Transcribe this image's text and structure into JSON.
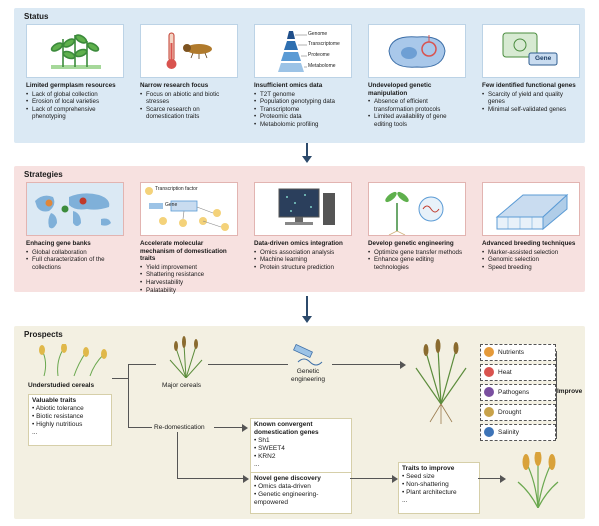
{
  "status": {
    "title": "Status",
    "cards": [
      {
        "title": "Limited germplasm resources",
        "items": [
          "Lack of global collection",
          "Erosion of local varieties",
          "Lack of comprehensive phenotyping"
        ]
      },
      {
        "title": "Narrow research focus",
        "items": [
          "Focus on abiotic and biotic stresses",
          "Scarce research on domestication traits"
        ]
      },
      {
        "title": "Insufficient omics data",
        "items": [
          "T2T genome",
          "Population genotyping data",
          "Transcriptome",
          "Proteomic data",
          "Metabolomic profiling"
        ],
        "pyramid": [
          "Genome",
          "Transcriptome",
          "Proteome",
          "Metabolome"
        ]
      },
      {
        "title": "Undeveloped genetic manipulation",
        "items": [
          "Absence of efficient transformation protocols",
          "Limited availability of gene editing tools"
        ]
      },
      {
        "title": "Few identified functional genes",
        "items": [
          "Scarcity of yield and quality genes",
          "Minimal self-validated genes"
        ],
        "icon_label": "Gene"
      }
    ]
  },
  "strategies": {
    "title": "Strategies",
    "cards": [
      {
        "title": "Enhacing gene banks",
        "items": [
          "Global collaboration",
          "Full characterization of the collections"
        ]
      },
      {
        "title": "Accelerate molecular mechanism of domestication traits",
        "items": [
          "Yield improvement",
          "Shattering resistance",
          "Harvestability",
          "Palatability"
        ],
        "img_labels": [
          "Transcription factor",
          "Gene"
        ]
      },
      {
        "title": "Data-driven omics integration",
        "items": [
          "Omics association analysis",
          "Machine learning",
          "Protein structure prediction"
        ]
      },
      {
        "title": "Develop genetic engineering",
        "items": [
          "Optimize gene transfer methods",
          "Enhance gene editing technologies"
        ]
      },
      {
        "title": "Advanced breeding techniques",
        "items": [
          "Marker-assisted selection",
          "Genomic selection",
          "Speed breeding"
        ]
      }
    ]
  },
  "prospects": {
    "title": "Prospects",
    "understudied": "Understudied cereals",
    "valuable_title": "Valuable traits",
    "valuable_items": [
      "Abiotic tolerance",
      "Biotic resistance",
      "Highly nutritious",
      "..."
    ],
    "major": "Major cereals",
    "genetic_engineering": "Genetic engineering",
    "redomestication": "Re-domestication",
    "known_title": "Known convergent domestication genes",
    "known_items": [
      "Sh1",
      "SWEET4",
      "KRN2",
      "..."
    ],
    "novel_title": "Novel gene discovery",
    "novel_items": [
      "Omics data-driven",
      "Genetic engineering-empowered"
    ],
    "traits_title": "Traits to improve",
    "traits_items": [
      "Seed size",
      "Non-shattering",
      "Plant architecture",
      "..."
    ],
    "improve": "Improve",
    "improve_traits": [
      {
        "label": "Nutrients",
        "color": "#e59a3a"
      },
      {
        "label": "Heat",
        "color": "#d9534f"
      },
      {
        "label": "Pathogens",
        "color": "#7a4fa0"
      },
      {
        "label": "Drought",
        "color": "#c8a24a"
      },
      {
        "label": "Salinity",
        "color": "#3d74b8"
      }
    ]
  }
}
